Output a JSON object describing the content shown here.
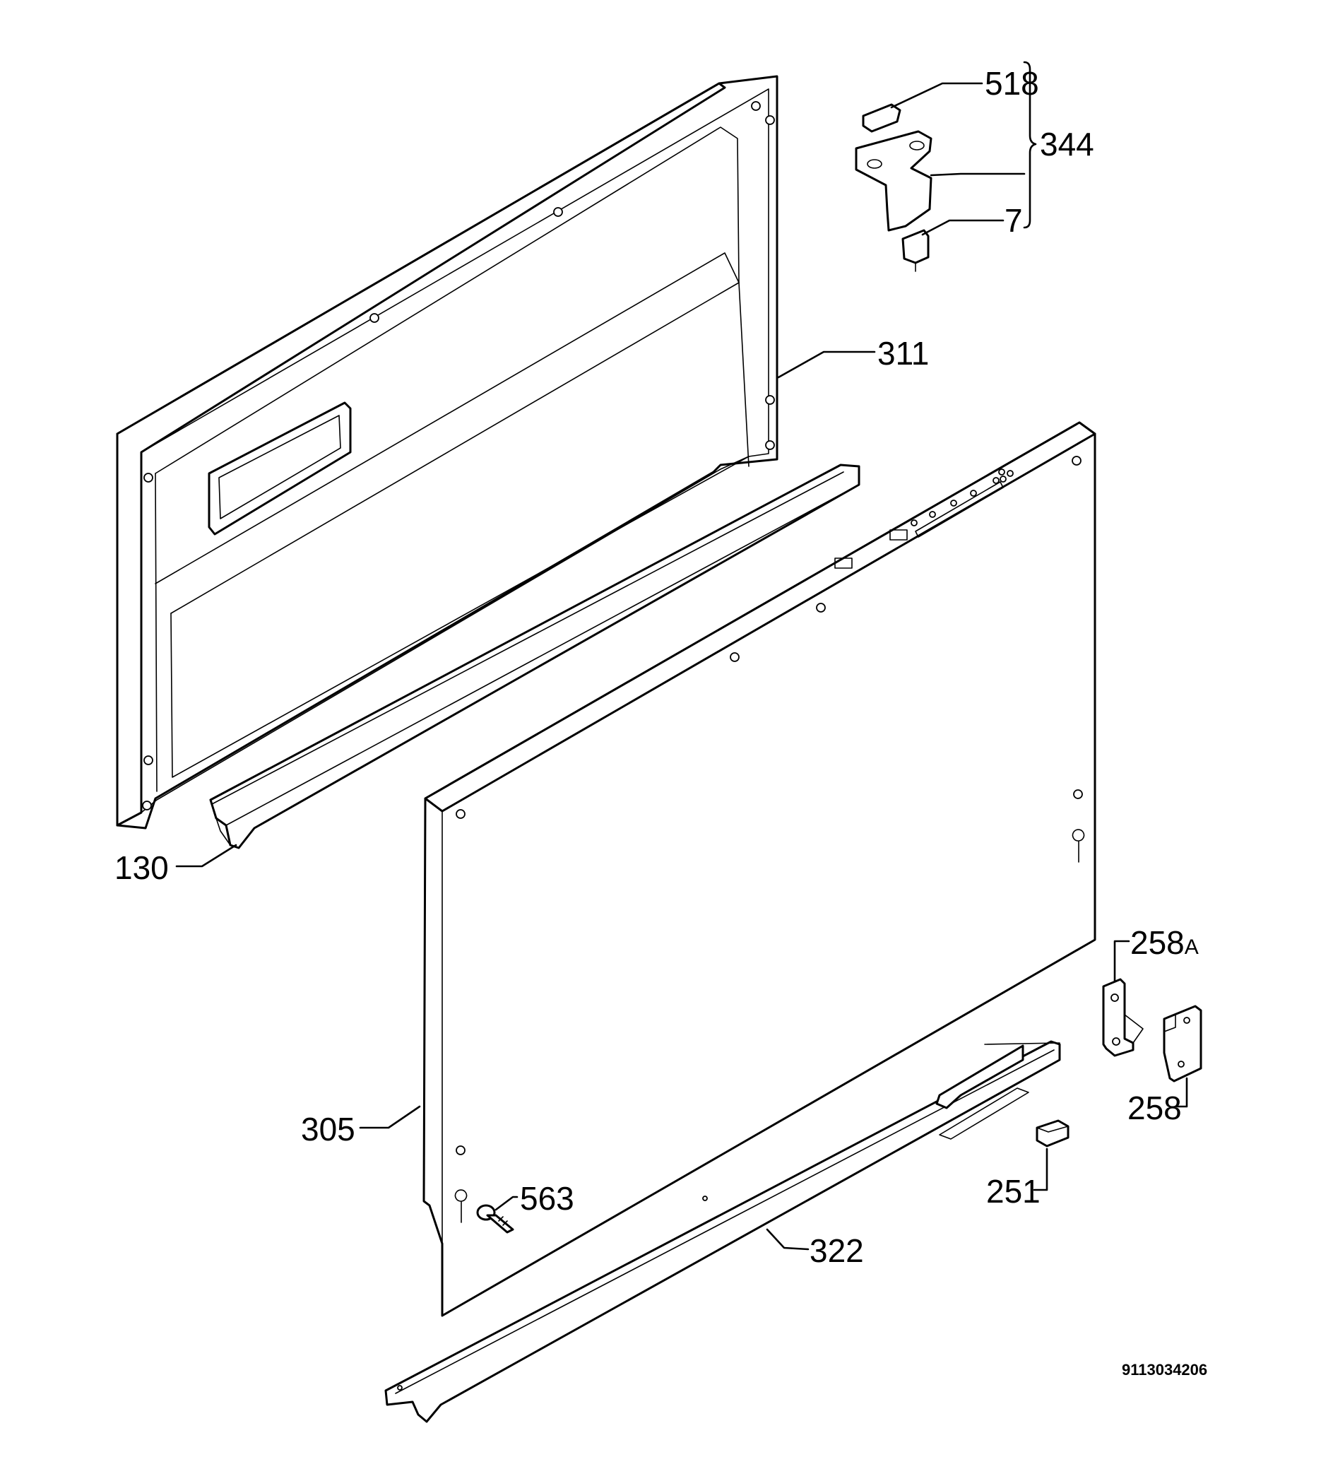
{
  "labels": {
    "p518": "518",
    "p344": "344",
    "p7": "7",
    "p311": "311",
    "p130": "130",
    "p258A_num": "258",
    "p258A_suffix": "A",
    "p258": "258",
    "p305": "305",
    "p563": "563",
    "p251": "251",
    "p322": "322"
  },
  "document_number": "9113034206"
}
